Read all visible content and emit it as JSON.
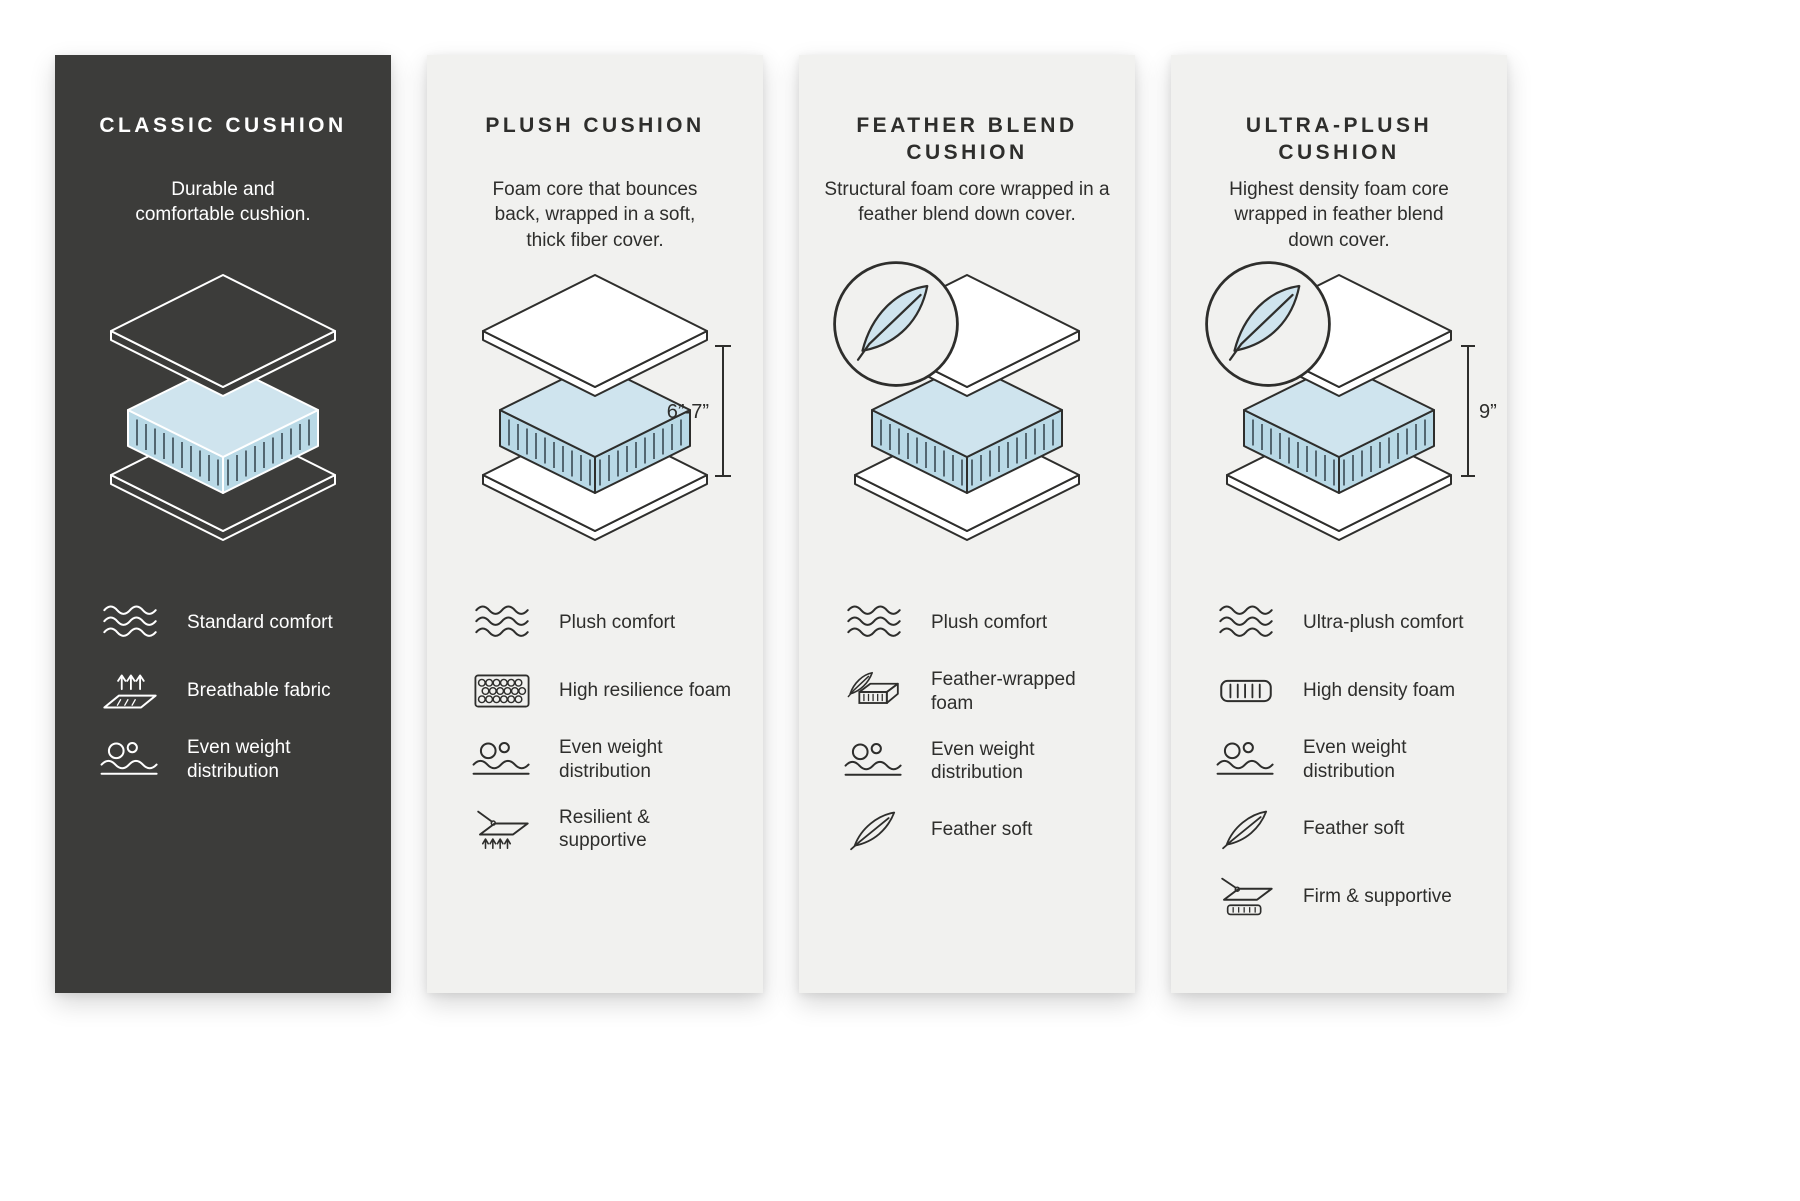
{
  "colors": {
    "page_bg": "#ffffff",
    "panel_dark_bg": "#3c3c3a",
    "panel_light_bg": "#f1f1ef",
    "foam_blue_top": "#cfe4ee",
    "foam_blue_side": "#b9d9e6",
    "dark_text": "#2e2e2c",
    "light_text": "#ffffff"
  },
  "panels": [
    {
      "title": "CLASSIC CUSHION",
      "description": "Durable and comfortable cushion.",
      "diagram": {
        "badge": "none",
        "height_label": ""
      },
      "features": [
        {
          "icon": "waves-icon",
          "label": "Standard comfort"
        },
        {
          "icon": "breathable-fabric-icon",
          "label": "Breathable fabric"
        },
        {
          "icon": "weight-distribution-icon",
          "label": "Even weight distribution"
        }
      ]
    },
    {
      "title": "PLUSH CUSHION",
      "description": "Foam core that bounces back, wrapped in a soft, thick fiber cover.",
      "diagram": {
        "badge": "none",
        "height_label": "6”-7”"
      },
      "features": [
        {
          "icon": "waves-icon",
          "label": "Plush comfort"
        },
        {
          "icon": "honeycomb-foam-icon",
          "label": "High resilience foam"
        },
        {
          "icon": "weight-distribution-icon",
          "label": "Even weight distribution"
        },
        {
          "icon": "resilient-supportive-icon",
          "label": "Resilient & supportive"
        }
      ]
    },
    {
      "title": "FEATHER BLEND CUSHION",
      "description": "Structural foam core wrapped in a feather blend down cover.",
      "diagram": {
        "badge": "feather",
        "height_label": ""
      },
      "features": [
        {
          "icon": "waves-icon",
          "label": "Plush comfort"
        },
        {
          "icon": "feather-foam-icon",
          "label": "Feather-wrapped foam"
        },
        {
          "icon": "weight-distribution-icon",
          "label": "Even weight distribution"
        },
        {
          "icon": "feather-icon",
          "label": "Feather soft"
        }
      ]
    },
    {
      "title": "ULTRA-PLUSH CUSHION",
      "description": "Highest density foam core wrapped in feather blend down cover.",
      "diagram": {
        "badge": "feather",
        "height_label": "9”"
      },
      "features": [
        {
          "icon": "waves-icon",
          "label": "Ultra-plush comfort"
        },
        {
          "icon": "density-foam-icon",
          "label": "High density foam"
        },
        {
          "icon": "weight-distribution-icon",
          "label": "Even weight distribution"
        },
        {
          "icon": "feather-icon",
          "label": "Feather soft"
        },
        {
          "icon": "firm-supportive-icon",
          "label": "Firm & supportive"
        }
      ]
    }
  ]
}
